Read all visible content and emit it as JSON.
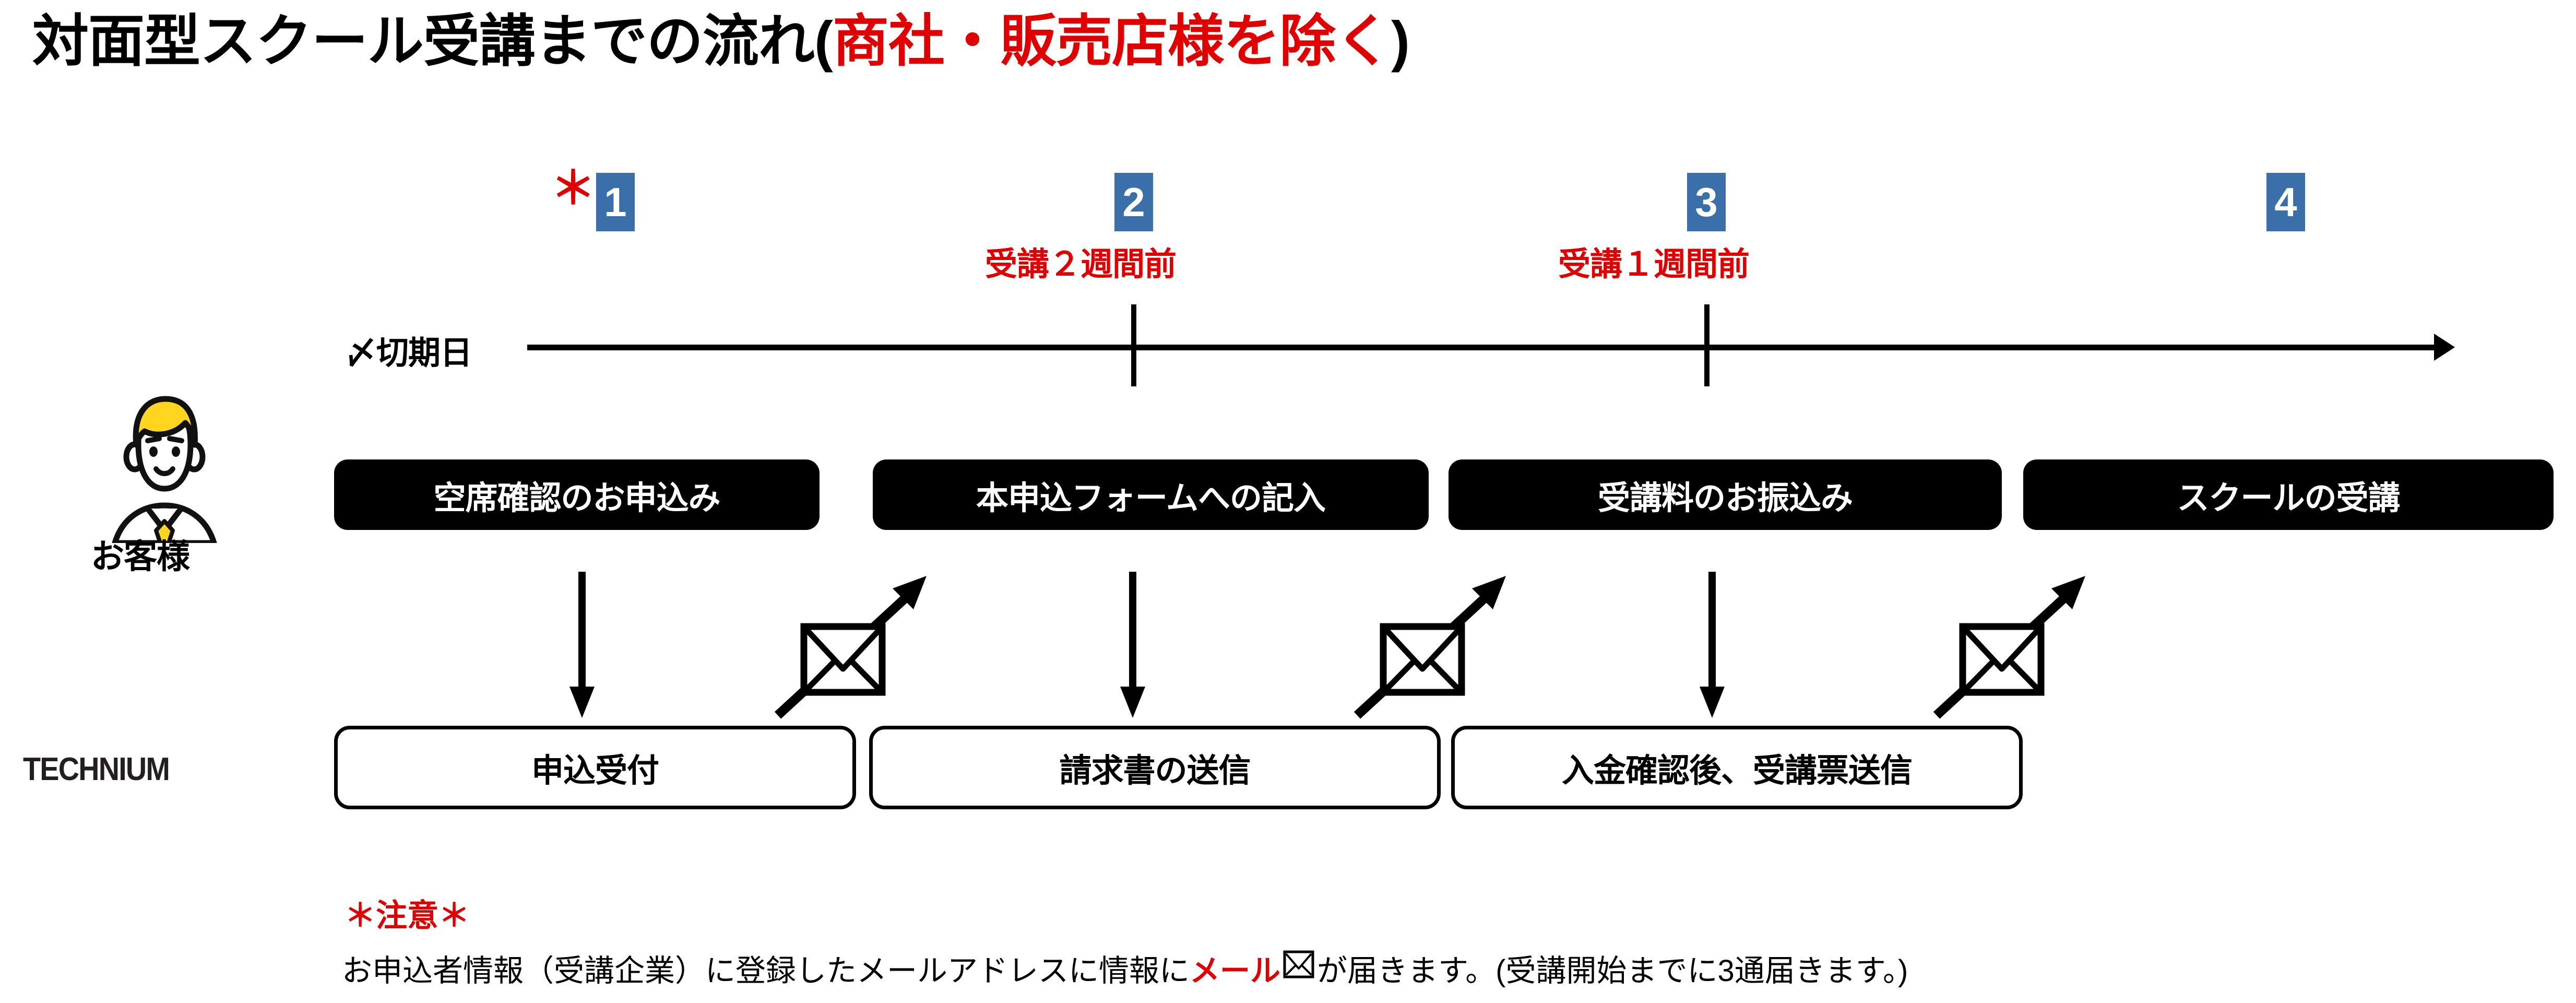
{
  "title": {
    "main": "対面型スクール受講までの流れ(",
    "highlight": "商社・販売店様を除く",
    "tail": ")"
  },
  "colors": {
    "badge_blue": "#3b6fa9",
    "accent_red": "#e00000",
    "ink": "#000000",
    "avatar_yellow": "#ffd520",
    "logo_ink": "#231f20"
  },
  "timeline": {
    "axis_label": "〆切期日",
    "note_star": "＊"
  },
  "steps": [
    {
      "number": "1",
      "milestone": "",
      "customer_action": "空席確認のお申込み",
      "provider_action": "申込受付"
    },
    {
      "number": "2",
      "milestone": "受講２週間前",
      "customer_action": "本申込フォームへの記入",
      "provider_action": "請求書の送信"
    },
    {
      "number": "3",
      "milestone": "受講１週間前",
      "customer_action": "受講料のお振込み",
      "provider_action": "入金確認後、受講票送信"
    },
    {
      "number": "4",
      "milestone": "",
      "customer_action": "スクールの受講",
      "provider_action": ""
    }
  ],
  "roles": {
    "customer": "お客様",
    "provider": "TECHNIUM"
  },
  "footnote": {
    "heading": "＊注意＊",
    "part1": "お申込者情報（受講企業）に登録したメールアドレスに情報に",
    "mail_word": "メール",
    "part2": "が届きます。(受講開始までに3通届きます。)"
  },
  "icons": {
    "envelope": "envelope-icon",
    "avatar": "customer-avatar-icon",
    "arrow_down": "arrow-down-icon",
    "arrow_up_right": "arrow-up-right-icon",
    "timeline_arrow": "timeline-arrow-icon"
  }
}
